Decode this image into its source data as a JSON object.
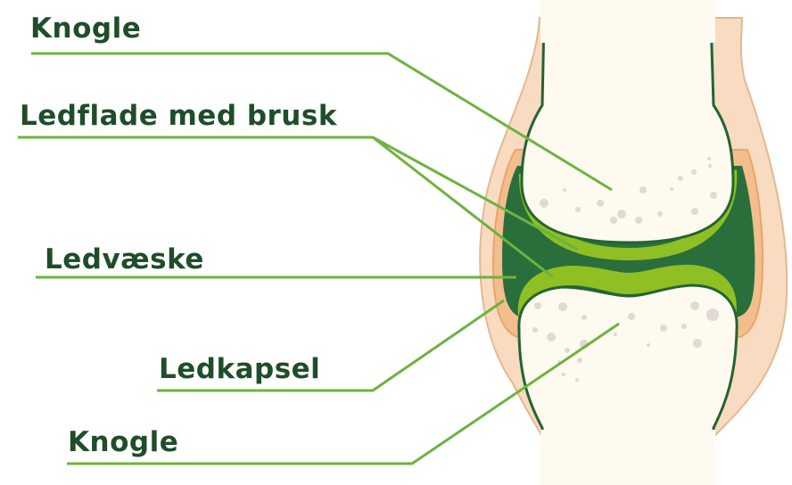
{
  "labels": {
    "bone_top": "Knogle",
    "cartilage": "Ledflade med brusk",
    "synovial_fluid": "Ledvæske",
    "capsule": "Ledkapsel",
    "bone_bottom": "Knogle"
  },
  "colors": {
    "skin": "#f8dbc0",
    "skin_edge": "#e6b890",
    "capsule": "#f3bd8e",
    "fluid": "#2a6e3c",
    "cartilage": "#8fbf22",
    "bone": "#fefaf0",
    "bone_edge": "#236433",
    "leader": "#6db33f",
    "text": "#1f4d2a"
  }
}
